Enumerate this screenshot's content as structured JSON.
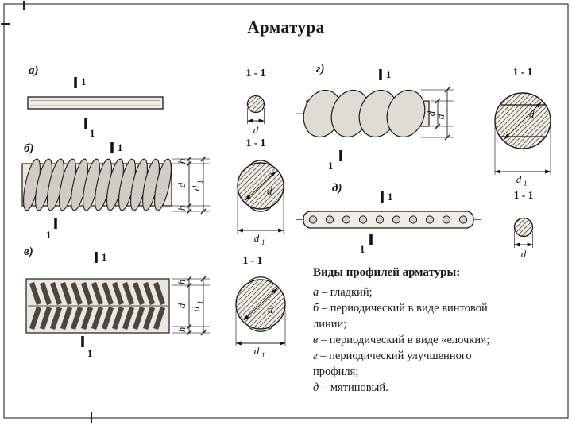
{
  "colors": {
    "ink": "#1a1a1a",
    "paper": "#ffffff"
  },
  "title": "Арматура",
  "labels": {
    "fig_a": "а)",
    "fig_b": "б)",
    "fig_v": "в)",
    "fig_g": "г)",
    "fig_d": "д)",
    "section": "1 - 1",
    "cut": "1"
  },
  "dims": {
    "d": "d",
    "h": "h",
    "d1_base": "d",
    "d1_sub": "1"
  },
  "legend": {
    "title": "Виды профилей арматуры:",
    "items": [
      {
        "letter": "а",
        "text": "– гладкий;"
      },
      {
        "letter": "б",
        "text": "– периодический в виде винтовой",
        "text2": "линии;"
      },
      {
        "letter": "в",
        "text": "– периодический в виде «елочки»;"
      },
      {
        "letter": "г",
        "text": "– периодический улучшенного",
        "text2": "профиля;"
      },
      {
        "letter": "д",
        "text": "– мятиновый."
      }
    ]
  }
}
